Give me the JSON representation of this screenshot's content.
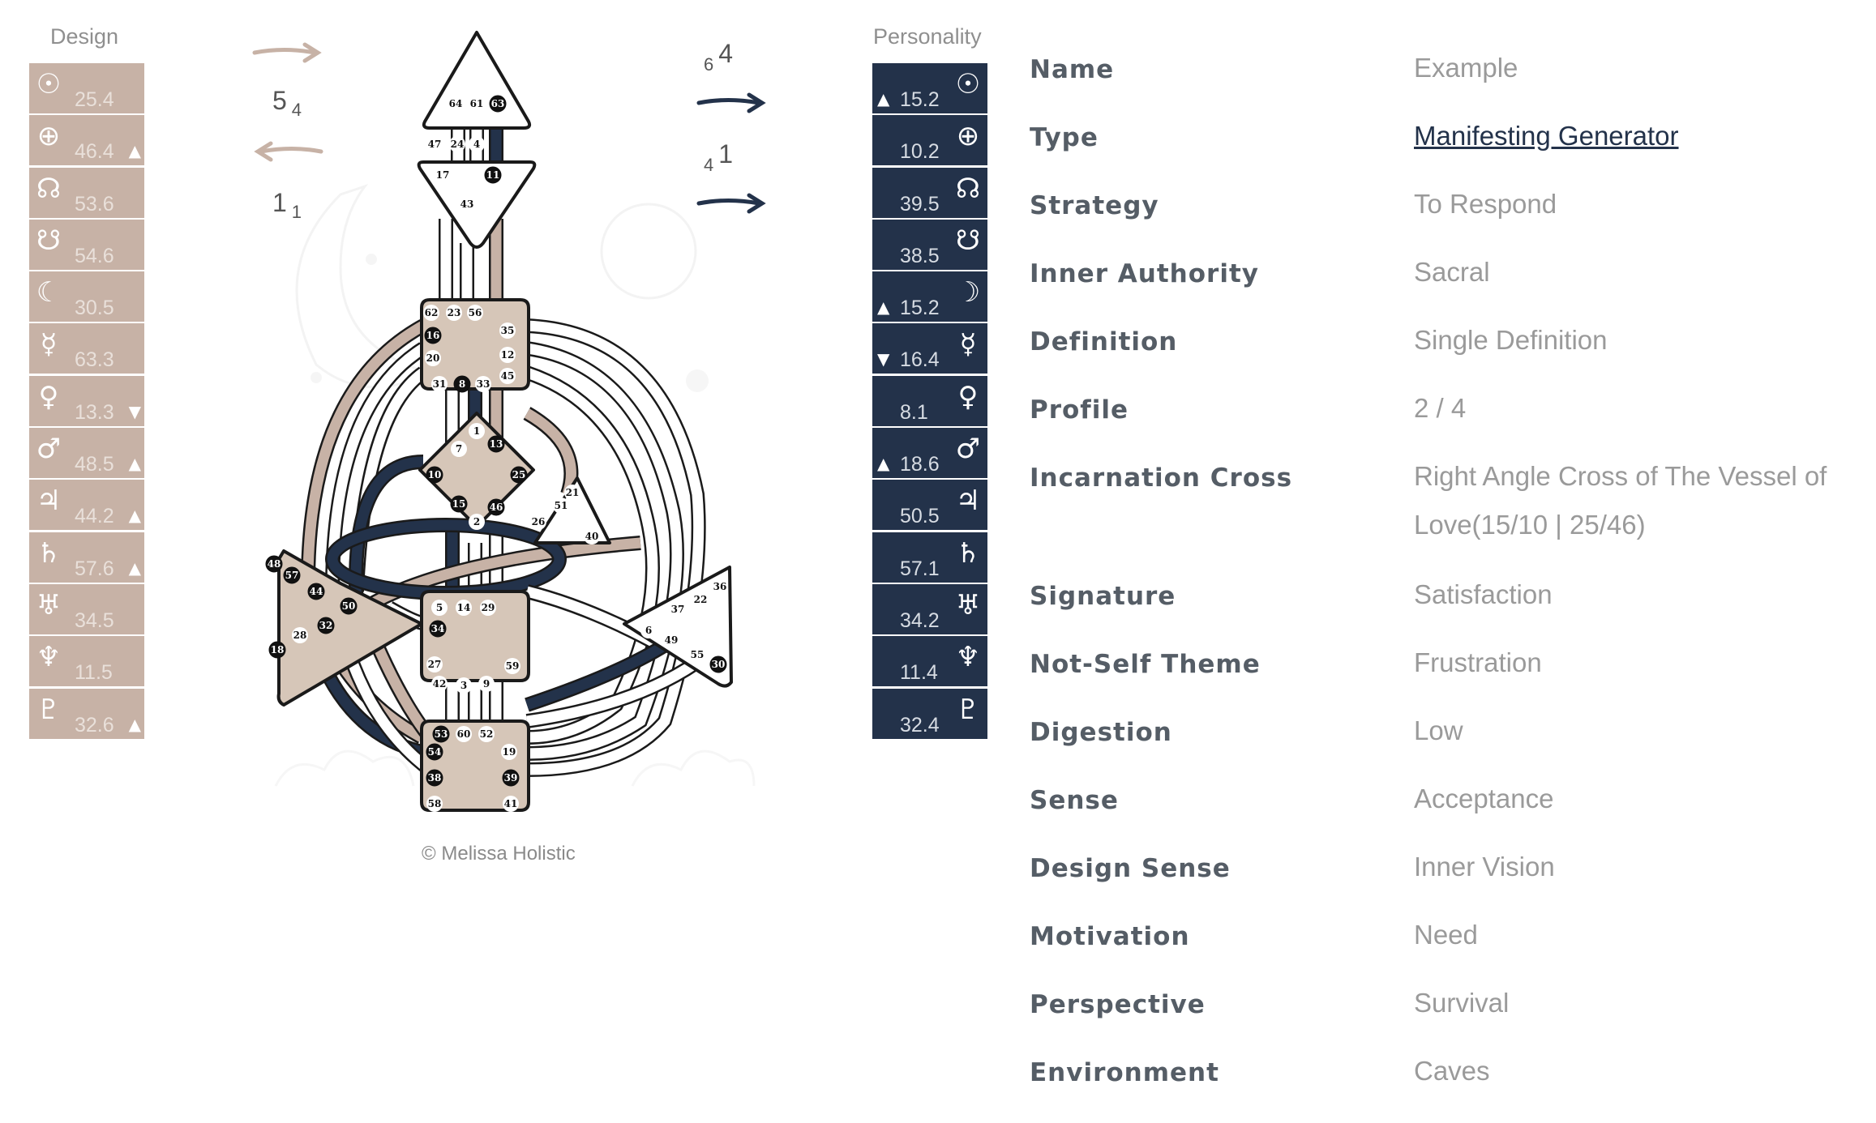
{
  "design_title": "Design",
  "personality_title": "Personality",
  "design_rows": [
    {
      "icon": "sun-icon",
      "sym": "☉",
      "value": "25.4",
      "arrow": ""
    },
    {
      "icon": "earth-icon",
      "sym": "⊕",
      "value": "46.4",
      "arrow": "▲"
    },
    {
      "icon": "north-node-icon",
      "sym": "☊",
      "value": "53.6",
      "arrow": ""
    },
    {
      "icon": "south-node-icon",
      "sym": "☋",
      "value": "54.6",
      "arrow": ""
    },
    {
      "icon": "moon-icon",
      "sym": "☾",
      "value": "30.5",
      "arrow": ""
    },
    {
      "icon": "mercury-icon",
      "sym": "☿",
      "value": "63.3",
      "arrow": ""
    },
    {
      "icon": "venus-icon",
      "sym": "♀",
      "value": "13.3",
      "arrow": "▼"
    },
    {
      "icon": "mars-icon",
      "sym": "♂",
      "value": "48.5",
      "arrow": "▲"
    },
    {
      "icon": "jupiter-icon",
      "sym": "♃",
      "value": "44.2",
      "arrow": "▲"
    },
    {
      "icon": "saturn-icon",
      "sym": "♄",
      "value": "57.6",
      "arrow": "▲"
    },
    {
      "icon": "uranus-icon",
      "sym": "♅",
      "value": "34.5",
      "arrow": ""
    },
    {
      "icon": "neptune-icon",
      "sym": "♆",
      "value": "11.5",
      "arrow": ""
    },
    {
      "icon": "pluto-icon",
      "sym": "♇",
      "value": "32.6",
      "arrow": "▲"
    }
  ],
  "personality_rows": [
    {
      "icon": "sun-icon",
      "sym": "☉",
      "value": "15.2",
      "arrow": "▲"
    },
    {
      "icon": "earth-icon",
      "sym": "⊕",
      "value": "10.2",
      "arrow": ""
    },
    {
      "icon": "north-node-icon",
      "sym": "☊",
      "value": "39.5",
      "arrow": ""
    },
    {
      "icon": "south-node-icon",
      "sym": "☋",
      "value": "38.5",
      "arrow": ""
    },
    {
      "icon": "moon-icon",
      "sym": "☽",
      "value": "15.2",
      "arrow": "▲"
    },
    {
      "icon": "mercury-icon",
      "sym": "☿",
      "value": "16.4",
      "arrow": "▼"
    },
    {
      "icon": "venus-icon",
      "sym": "♀",
      "value": "8.1",
      "arrow": ""
    },
    {
      "icon": "mars-icon",
      "sym": "♂",
      "value": "18.6",
      "arrow": "▲"
    },
    {
      "icon": "jupiter-icon",
      "sym": "♃",
      "value": "50.5",
      "arrow": ""
    },
    {
      "icon": "saturn-icon",
      "sym": "♄",
      "value": "57.1",
      "arrow": ""
    },
    {
      "icon": "uranus-icon",
      "sym": "♅",
      "value": "34.2",
      "arrow": ""
    },
    {
      "icon": "neptune-icon",
      "sym": "♆",
      "value": "11.4",
      "arrow": ""
    },
    {
      "icon": "pluto-icon",
      "sym": "♇",
      "value": "32.4",
      "arrow": ""
    }
  ],
  "variables": {
    "left_top": {
      "big": "5",
      "small": "4"
    },
    "left_bottom": {
      "big": "1",
      "small": "1"
    },
    "right_top": {
      "small": "6",
      "big": "4"
    },
    "right_bottom": {
      "small": "4",
      "big": "1"
    }
  },
  "centers": {
    "head": [
      "64",
      "61",
      "63"
    ],
    "ajna": [
      "47",
      "24",
      "4",
      "17",
      "11",
      "43"
    ],
    "throat": [
      "62",
      "23",
      "56",
      "16",
      "35",
      "20",
      "12",
      "45",
      "31",
      "8",
      "33"
    ],
    "g": [
      "1",
      "7",
      "13",
      "10",
      "25",
      "15",
      "46",
      "2"
    ],
    "heart": [
      "21",
      "51",
      "26",
      "40"
    ],
    "spleen": [
      "48",
      "57",
      "44",
      "50",
      "32",
      "28",
      "18"
    ],
    "sacral": [
      "5",
      "14",
      "29",
      "34",
      "27",
      "59",
      "42",
      "3",
      "9"
    ],
    "solar_plexus": [
      "36",
      "22",
      "37",
      "6",
      "49",
      "55",
      "30"
    ],
    "root": [
      "53",
      "60",
      "52",
      "54",
      "19",
      "38",
      "39",
      "58",
      "41"
    ]
  },
  "credit": "© Melissa Holistic",
  "properties": [
    {
      "label": "Name",
      "value": "Example",
      "link": false
    },
    {
      "label": "Type",
      "value": "Manifesting Generator",
      "link": true
    },
    {
      "label": "Strategy",
      "value": "To Respond",
      "link": false
    },
    {
      "label": "Inner Authority",
      "value": "Sacral",
      "link": false
    },
    {
      "label": "Definition",
      "value": "Single Definition",
      "link": false
    },
    {
      "label": "Profile",
      "value": "2 / 4",
      "link": false
    },
    {
      "label": "Incarnation Cross",
      "value": "Right Angle Cross of The Vessel of Love(15/10 | 25/46)",
      "link": false
    },
    {
      "label": "Signature",
      "value": "Satisfaction",
      "link": false
    },
    {
      "label": "Not-Self Theme",
      "value": "Frustration",
      "link": false
    },
    {
      "label": "Digestion",
      "value": "Low",
      "link": false
    },
    {
      "label": "Sense",
      "value": "Acceptance",
      "link": false
    },
    {
      "label": "Design Sense",
      "value": "Inner Vision",
      "link": false
    },
    {
      "label": "Motivation",
      "value": "Need",
      "link": false
    },
    {
      "label": "Perspective",
      "value": "Survival",
      "link": false
    },
    {
      "label": "Environment",
      "value": "Caves",
      "link": false
    }
  ],
  "colors": {
    "design": "#c7b2a6",
    "personality": "#23324a",
    "center_fill": "#d6c6b8",
    "line": "#1a1a1a"
  }
}
